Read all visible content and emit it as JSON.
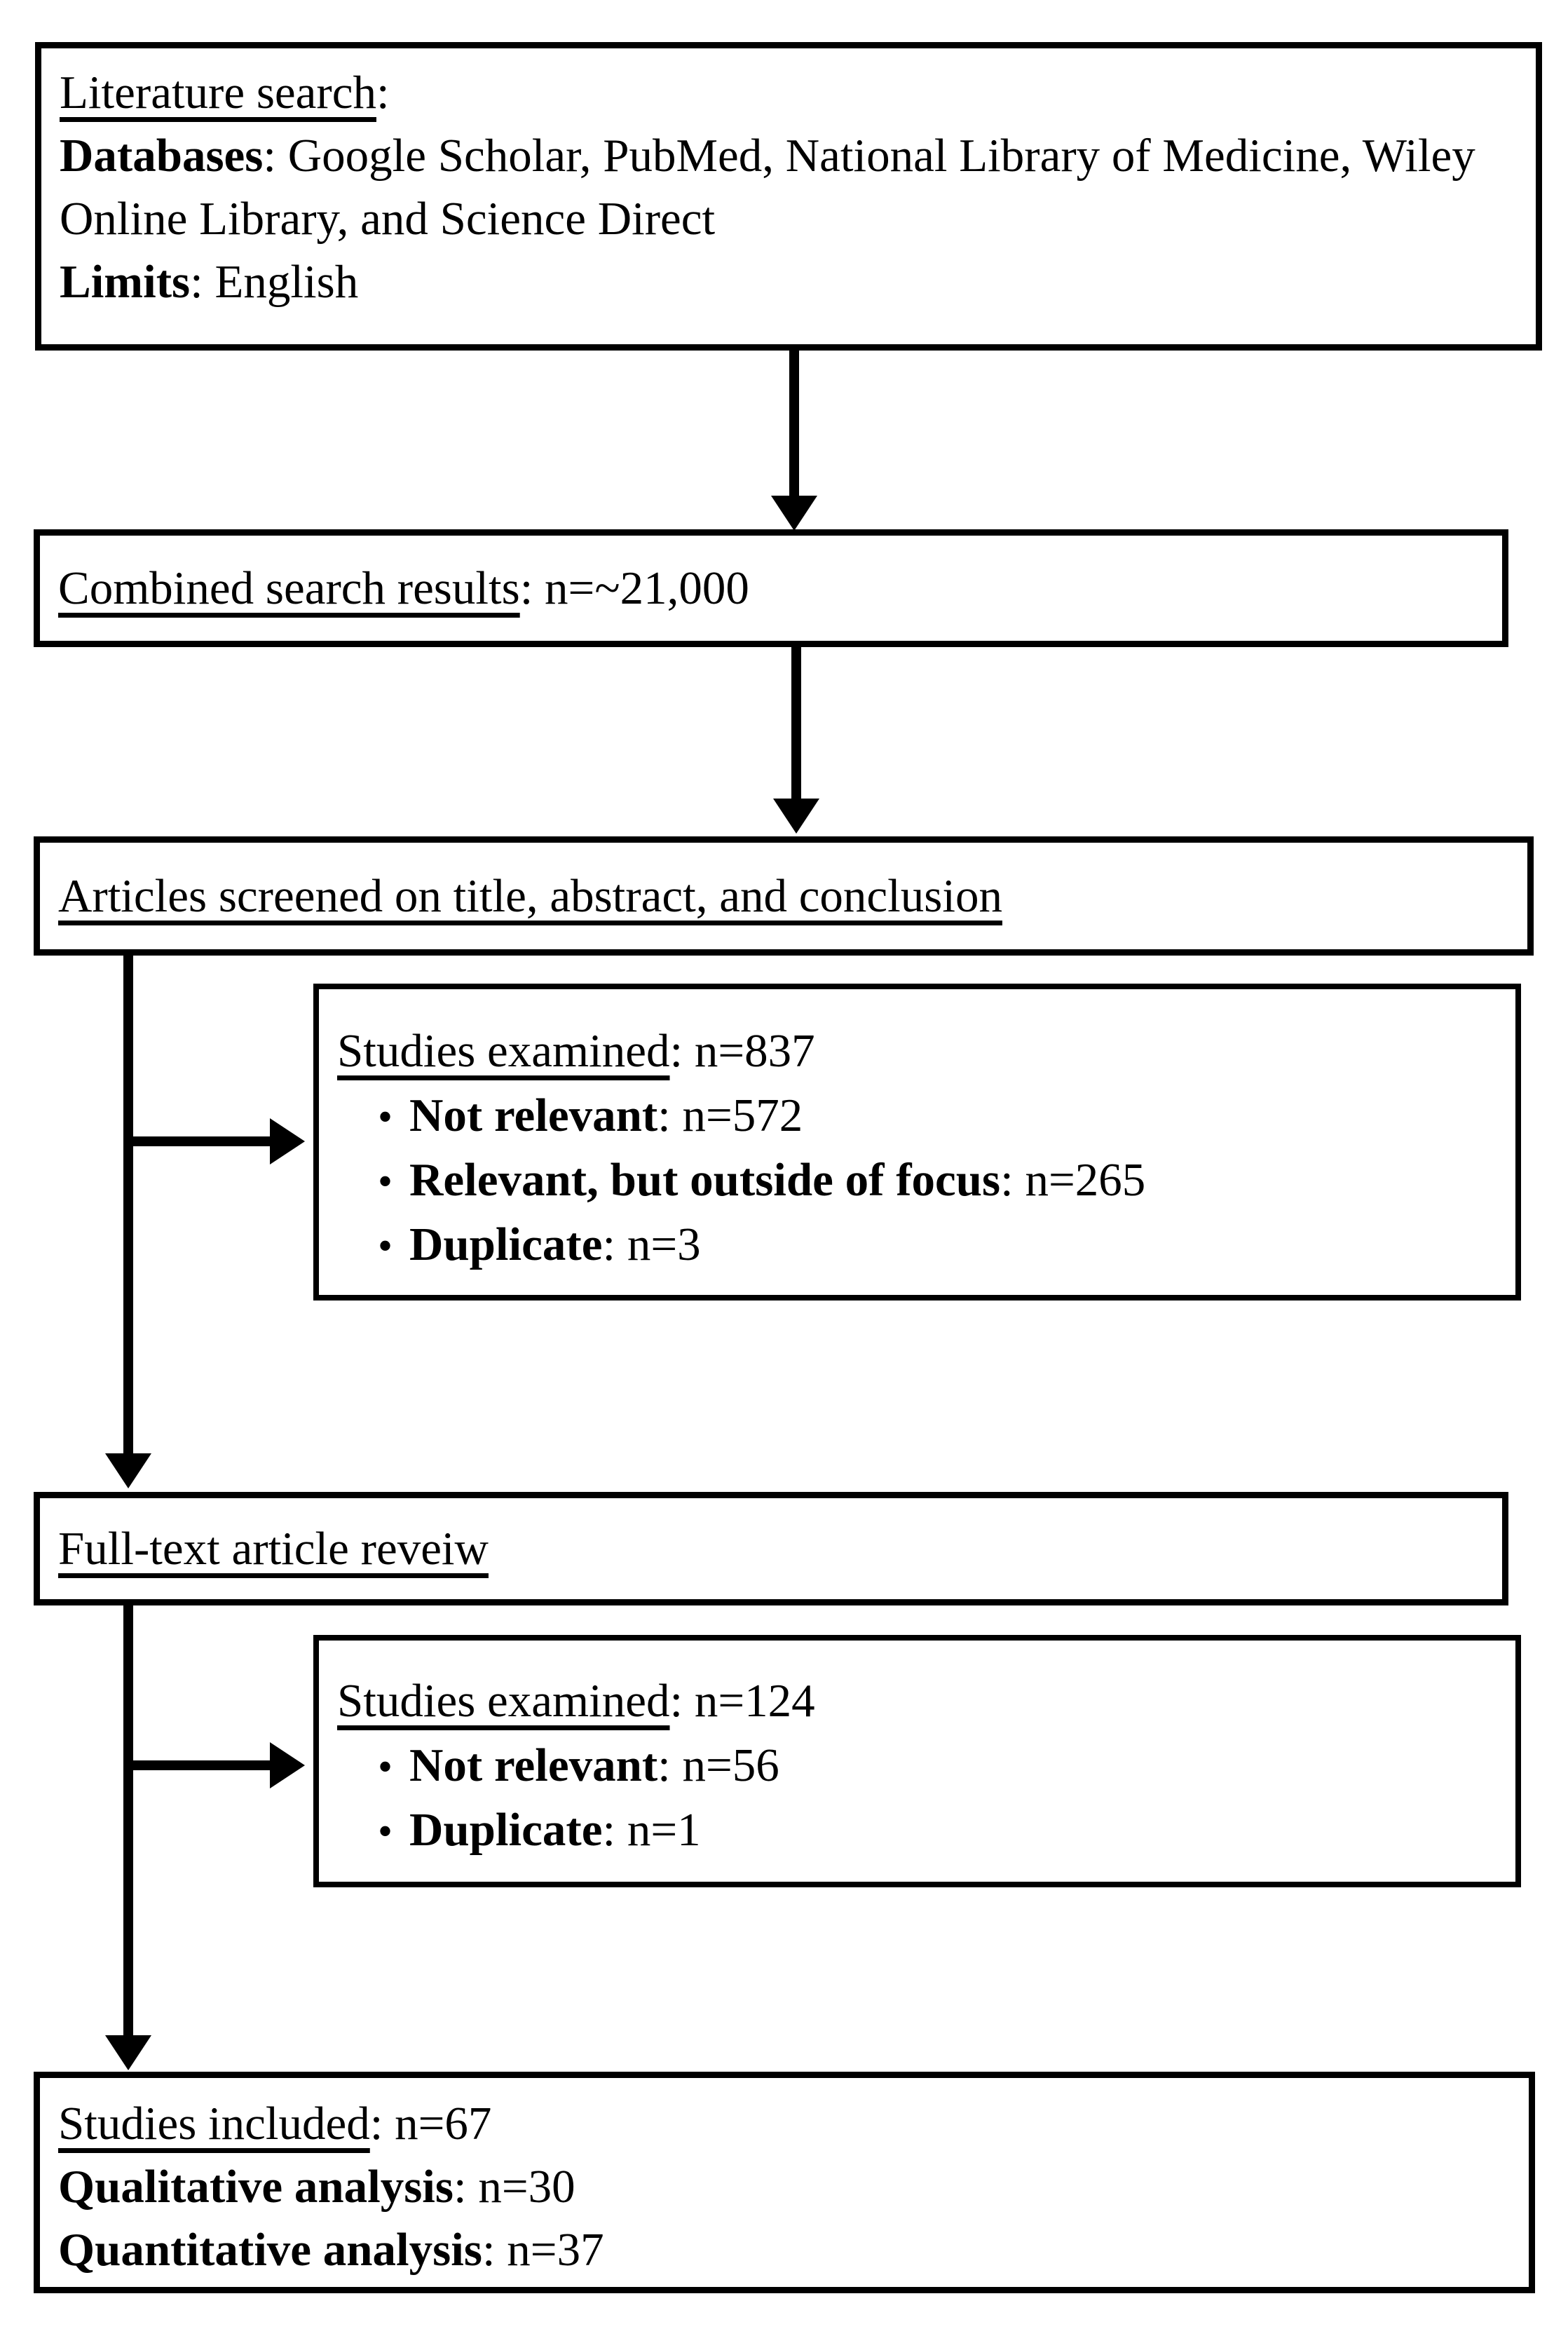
{
  "colors": {
    "ink": "#000000",
    "background": "#ffffff"
  },
  "icons": {
    "bullet_dot": "•"
  },
  "flowchart": {
    "literature_search_box": {
      "title": "Literature search",
      "title_suffix": ":",
      "databases_label": "Databases",
      "databases_value": ": Google Scholar, PubMed, National Library of Medicine, Wiley Online Library, and Science Direct",
      "limits_label": "Limits",
      "limits_value": ": English"
    },
    "combined_results_box": {
      "title": "Combined search results",
      "value": ": n=~21,000"
    },
    "screening_box": {
      "title": "Articles screened on title, abstract, and conclusion"
    },
    "screening_exclusions_box": {
      "title": "Studies examined",
      "value": ": n=837",
      "bullets": [
        {
          "label": "Not relevant",
          "value": ": n=572"
        },
        {
          "label": "Relevant, but outside of focus",
          "value": ": n=265"
        },
        {
          "label": "Duplicate",
          "value": ": n=3"
        }
      ]
    },
    "fulltext_box": {
      "title": "Full-text article reveiw"
    },
    "fulltext_exclusions_box": {
      "title": "Studies examined",
      "value": ": n=124",
      "bullets": [
        {
          "label": "Not relevant",
          "value": ": n=56"
        },
        {
          "label": "Duplicate",
          "value": ": n=1"
        }
      ]
    },
    "included_box": {
      "title": "Studies included",
      "value": ": n=67",
      "qualitative_label": "Qualitative analysis",
      "qualitative_value": ": n=30",
      "quantitative_label": "Quantitative analysis",
      "quantitative_value": ": n=37"
    }
  }
}
